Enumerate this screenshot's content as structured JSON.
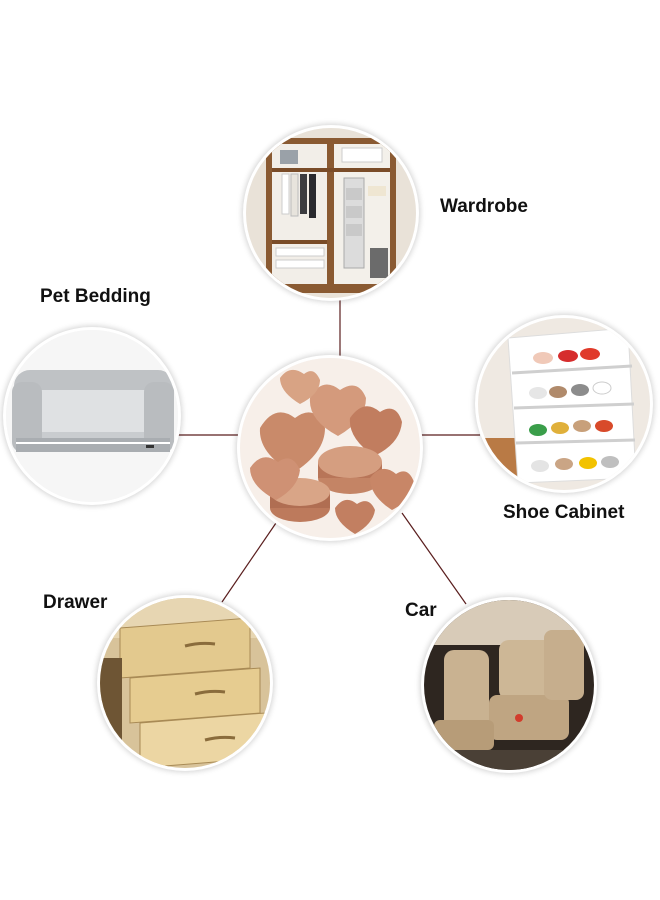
{
  "labels": {
    "wardrobe": "Wardrobe",
    "pet_bedding": "Pet Bedding",
    "shoe_cabinet": "Shoe Cabinet",
    "drawer": "Drawer",
    "car": "Car"
  },
  "colors": {
    "connector": "#5a1e1e",
    "label_text": "#111111",
    "cedar": "#c98a6a"
  }
}
